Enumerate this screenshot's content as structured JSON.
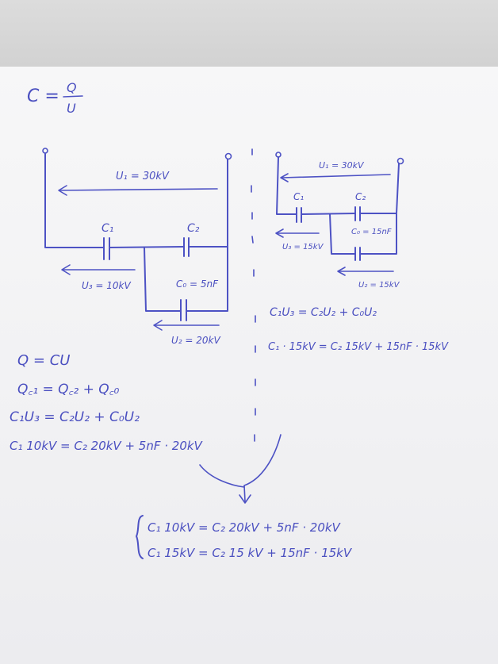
{
  "formula_top": {
    "lhs": "C =",
    "numerator": "Q",
    "denominator": "U"
  },
  "circuit_left": {
    "u1": "U₁ = 30kV",
    "c1": "C₁",
    "c2": "C₂",
    "u3": "U₃ = 10kV",
    "c0": "C₀ = 5nF",
    "u2": "U₂ = 20kV"
  },
  "circuit_right": {
    "u1": "U₁ = 30kV",
    "c1": "C₁",
    "c2": "C₂",
    "c0": "C₀ = 15nF",
    "u3": "U₃ = 15kV",
    "u2": "U₂ = 15kV"
  },
  "right_equations": {
    "line1": "C₁U₃ = C₂U₂ + C₀U₂",
    "line2": "C₁ · 15kV = C₂ 15kV + 15nF · 15kV"
  },
  "left_equations": {
    "line1": "Q = CU",
    "line2": "Q꜀₁ = Q꜀₂ + Q꜀₀",
    "line3": "C₁U₃ = C₂U₂ + C₀U₂",
    "line4": "C₁ 10kV = C₂ 20kV + 5nF · 20kV"
  },
  "system": {
    "line1": "C₁ 10kV = C₂ 20kV + 5nF · 20kV",
    "line2": "C₁ 15kV = C₂ 15 kV + 15nF · 15kV"
  }
}
